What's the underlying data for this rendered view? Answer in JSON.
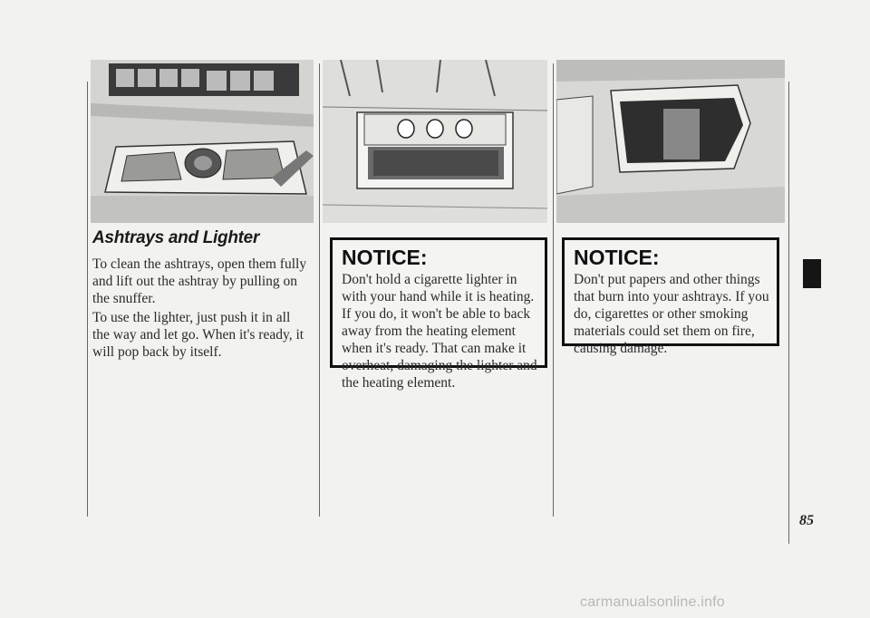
{
  "section": {
    "heading": "Ashtrays and Lighter",
    "paragraphs": [
      "To clean the ashtrays, open them fully and lift out the ashtray by pulling on the snuffer.",
      "To use the lighter, just push it in all the way and let go. When it's ready, it will pop back by itself."
    ]
  },
  "notices": [
    {
      "title": "NOTICE:",
      "body": "Don't hold a cigarette lighter in with your hand while it is heating. If you do, it won't be able to back away from the heating element when it's ready. That can make it overheat, damaging the lighter and the heating element."
    },
    {
      "title": "NOTICE:",
      "body": "Don't put papers and other things that burn into your ashtrays. If you do, cigarettes or other smoking materials could set them on fire, causing damage."
    }
  ],
  "page_number": "85",
  "watermark": "carmanualsonline.info",
  "colors": {
    "ink": "#111111",
    "paper": "#f2f2f0"
  }
}
